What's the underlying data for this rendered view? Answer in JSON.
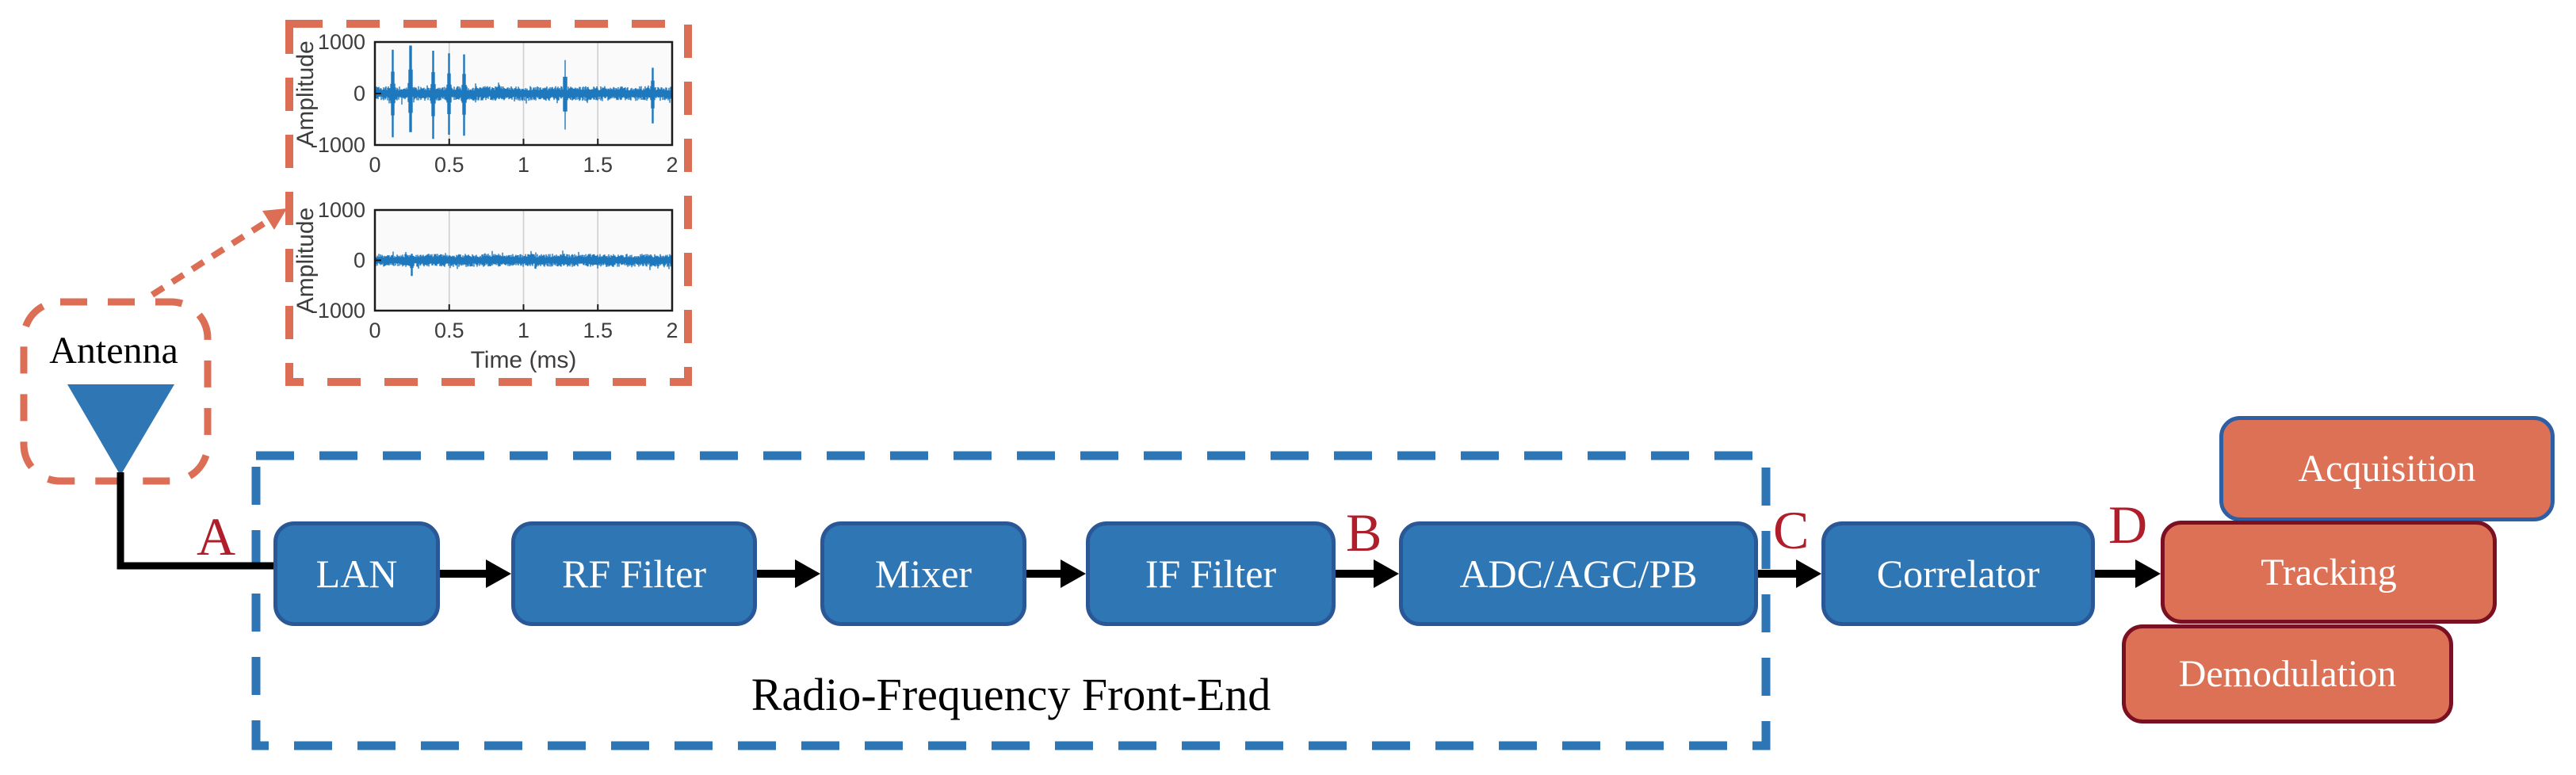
{
  "antenna": {
    "label": "Antenna"
  },
  "rf_frontend": {
    "label": "Radio-Frequency Front-End"
  },
  "letters": {
    "a": "A",
    "b": "B",
    "c": "C",
    "d": "D"
  },
  "chain": {
    "blocks": [
      {
        "label": "LAN"
      },
      {
        "label": "RF Filter"
      },
      {
        "label": "Mixer"
      },
      {
        "label": "IF Filter"
      },
      {
        "label": "ADC/AGC/PB"
      },
      {
        "label": "Correlator"
      }
    ]
  },
  "processing": {
    "blocks": [
      {
        "label": "Acquisition"
      },
      {
        "label": "Tracking"
      },
      {
        "label": "Demodulation"
      }
    ]
  },
  "colors": {
    "block_fill": "#2F76B5",
    "block_border": "#2A5795",
    "dashed_blue": "#2E75B6",
    "orange_fill": "#DD7156",
    "maroon": "#7A1022",
    "steel": "#2E5FA3",
    "dashed_red": "#DC6E56",
    "crimson": "#B01E2C",
    "plot_line": "#1E78BE"
  },
  "chart_data": [
    {
      "type": "line",
      "title": "",
      "xlabel": "",
      "ylabel": "Amplitude",
      "xlim": [
        0,
        2
      ],
      "ylim": [
        -1000,
        1000
      ],
      "xticks": [
        0,
        0.5,
        1,
        1.5,
        2
      ],
      "yticks": [
        -1000,
        0,
        1000
      ],
      "grid": "vertical-only",
      "legend": "none",
      "line_color": "#1E78BE",
      "description": "Raw received signal: noise band of about ±150 with strong pulsed interference spikes",
      "noise_base": 58,
      "noise_var": 85,
      "spikes": [
        {
          "t": 0.12,
          "peak": 850,
          "trough": -850
        },
        {
          "t": 0.24,
          "peak": 930,
          "trough": -750
        },
        {
          "t": 0.39,
          "peak": 830,
          "trough": -880
        },
        {
          "t": 0.5,
          "peak": 780,
          "trough": -800
        },
        {
          "t": 0.6,
          "peak": 760,
          "trough": -820
        },
        {
          "t": 1.28,
          "peak": 650,
          "trough": -700
        },
        {
          "t": 1.87,
          "peak": 500,
          "trough": -580
        }
      ]
    },
    {
      "type": "line",
      "title": "",
      "xlabel": "Time (ms)",
      "ylabel": "Amplitude",
      "xlim": [
        0,
        2
      ],
      "ylim": [
        -1000,
        1000
      ],
      "xticks": [
        0,
        0.5,
        1,
        1.5,
        2
      ],
      "yticks": [
        -1000,
        0,
        1000
      ],
      "grid": "vertical-only",
      "legend": "none",
      "line_color": "#1E78BE",
      "description": "Clean signal after processing: noise band of about ±150, no interference spikes",
      "noise_base": 55,
      "noise_var": 75,
      "spikes": [
        {
          "t": 0.25,
          "peak": 130,
          "trough": -310
        }
      ]
    }
  ]
}
